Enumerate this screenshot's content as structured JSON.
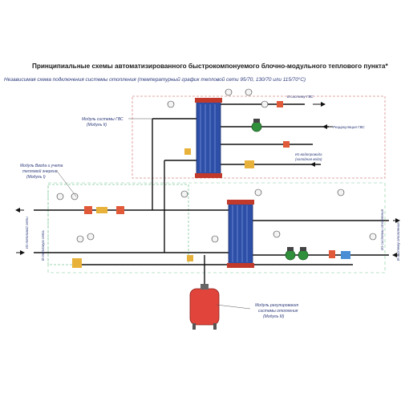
{
  "title": "Принципиальные схемы автоматизированного быстрокомпонуемого блочно-модульного теплового пункта*",
  "subtitle": "Независимая схема подключения системы отопления  (температурный график тепловой сети 95/70, 130/70 или 115/70°С)",
  "labels": {
    "module_dhw_line1": "Модуль  системы ГВС",
    "module_dhw_line2": "(Модуль II)",
    "to_dhw_system": "В систему ГВС",
    "dhw_recirc": "Рециркуляция ГВС",
    "from_water_line1": "Из водопровода",
    "from_water_line2": "(холодная вода)",
    "module_input_line1": "Модуль  Ввода и учета",
    "module_input_line2": "тепловой энергии",
    "module_input_line3": "(Модуль I)",
    "from_heat_network": "Из тепловой сети",
    "to_heat_network": "В тепловую сеть",
    "from_heating": "Из системы отопления",
    "to_heating": "В систему отопления",
    "module_heating_line1": "Модуль регулирования",
    "module_heating_line2": "системы отопления",
    "module_heating_line3": "(Модуль III)"
  },
  "colors": {
    "pipe": "#111111",
    "module_border": "#d98a8a",
    "module_border_green": "#7fc89a",
    "heat_exchanger": "#2e4fa8",
    "heat_exchanger_frame": "#c0392b",
    "pump": "#2f8f3a",
    "valve_yellow": "#e8b23a",
    "tank": "#e0443a",
    "label": "#2c3a7a"
  }
}
